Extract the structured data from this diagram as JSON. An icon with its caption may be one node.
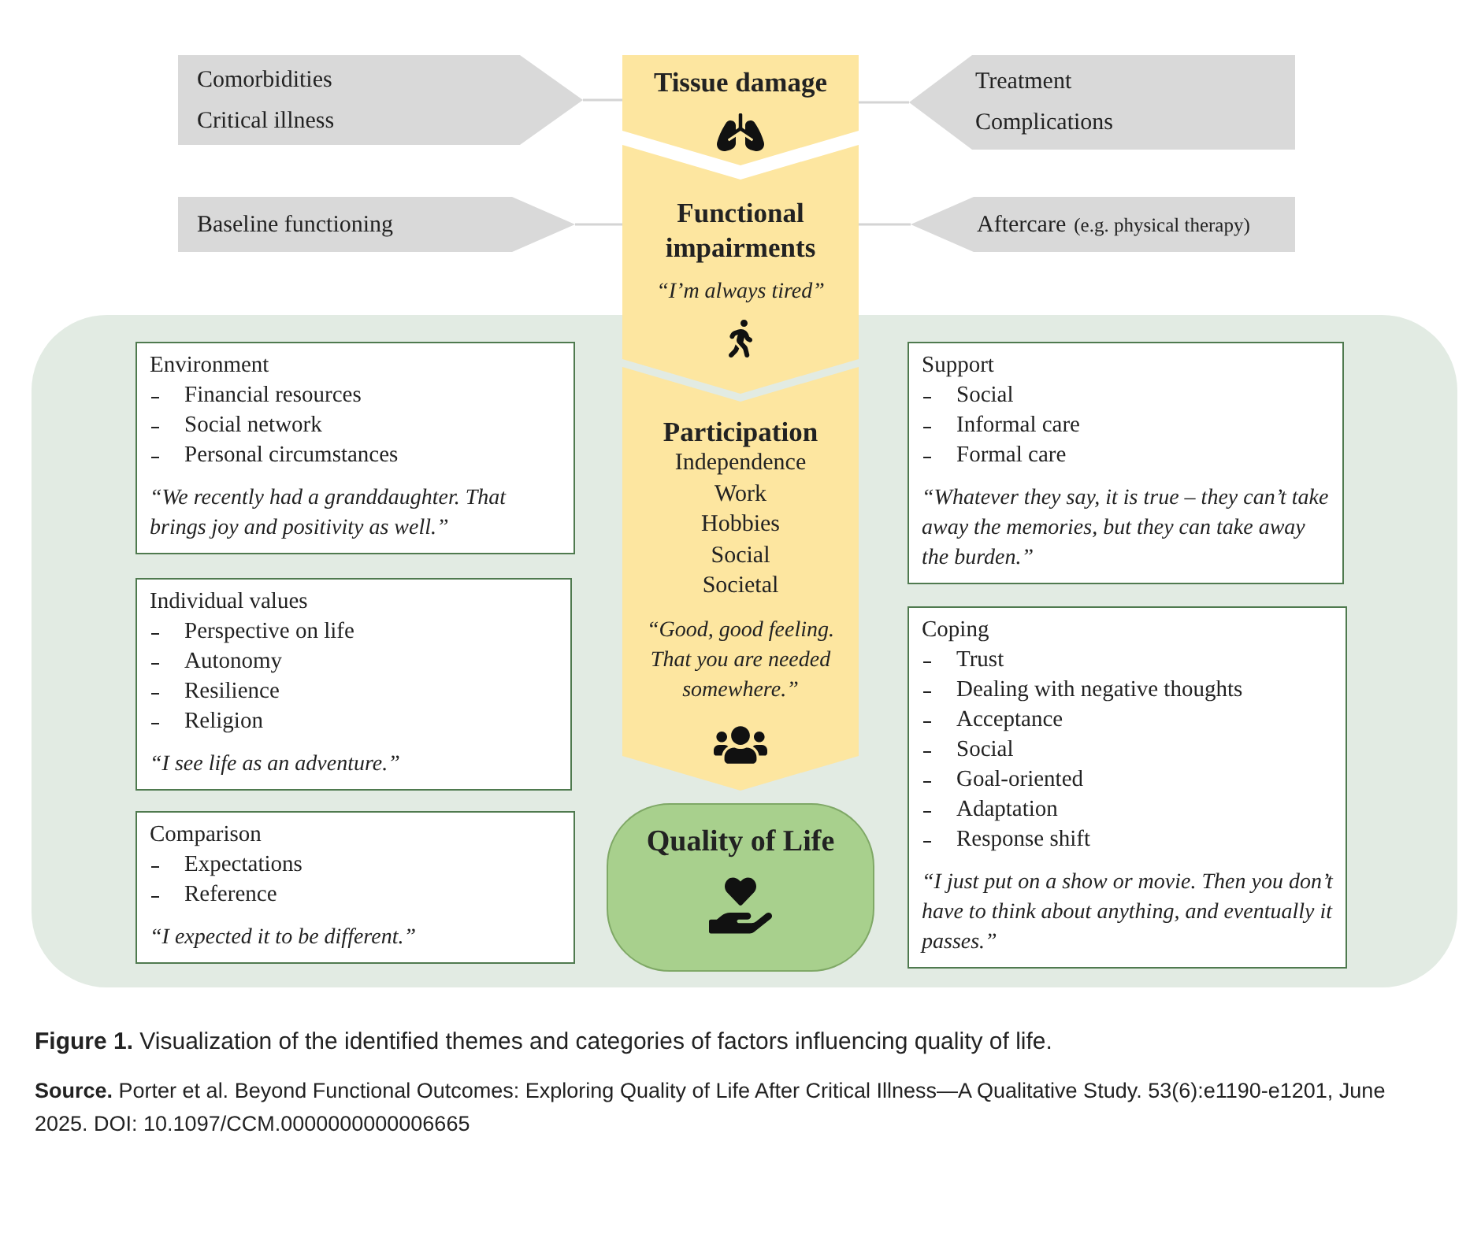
{
  "diagram": {
    "caption": "**Figure 1.** Visualization of the identified themes and categories of factors influencing quality of life.",
    "nodes": [
      {
        "text": [
          "Comorbidities",
          "Critical illness"
        ]
      },
      {
        "text": [
          "Tissue damage"
        ]
      },
      {
        "text": [
          "Treatment",
          "Complications"
        ]
      },
      {
        "text": [
          "Baseline functioning"
        ]
      },
      {
        "text": [
          "Functional impairments",
          "“I’m always tired”"
        ]
      },
      {
        "text": [
          "Aftercare",
          "(e.g. physical therapy)"
        ]
      },
      {
        "text": [],
        "shape": "box"
      },
      {
        "text": [
          "Environment",
          "Financial resources",
          "Social network",
          "Personal circumstances",
          "“We recently had a granddaughter. That brings joy and positivity as well.”"
        ],
        "in": 6
      },
      {
        "text": [
          "Participation",
          "Independence",
          "Work",
          "Hobbies",
          "Social",
          "Societal",
          "“Good, good feeling. That you are needed somewhere.”"
        ],
        "in": 6
      },
      {
        "text": [
          "Support",
          "Social",
          "Informal care",
          "Formal care",
          "“Whatever they say, it is true – they can’t take away the memories, but they can take away the burden.”"
        ],
        "in": 6
      },
      {
        "text": [
          "Individual values",
          "Perspective on life",
          "Autonomy",
          "Resilience",
          "Religion",
          "“I see life as an adventure.”"
        ],
        "in": 6
      },
      {
        "text": [
          "Coping",
          "Trust",
          "Dealing with negative thoughts",
          "Acceptance",
          "Social",
          "Goal-oriented",
          "Adaptation",
          "Response shift",
          "“I just put on a show or movie. Then you don’t have to think about anything, and eventually it passes.”"
        ],
        "in": 6
      },
      {
        "text": [
          "Comparison",
          "Expectations",
          "Reference",
          "“I expected it to be different.”"
        ],
        "in": 6
      },
      {
        "text": [
          "Quality of Life"
        ],
        "in": 6
      }
    ],
    "edges": [
      {
        "from": 0,
        "to": 1,
        "arrow": "none"
      },
      {
        "from": 2,
        "to": 1,
        "arrow": "none"
      },
      {
        "from": 3,
        "to": 4,
        "arrow": "none"
      },
      {
        "from": 5,
        "to": 4,
        "arrow": "none"
      }
    ],
    "labels": [
      "**Source.** Porter et al. Beyond Functional Outcomes: Exploring Quality of Life After Critical Illness—A Qualitative Study. 53(6):e1190-e1201, June 2025.  DOI: 10.1097/CCM.0000000000006665"
    ]
  }
}
